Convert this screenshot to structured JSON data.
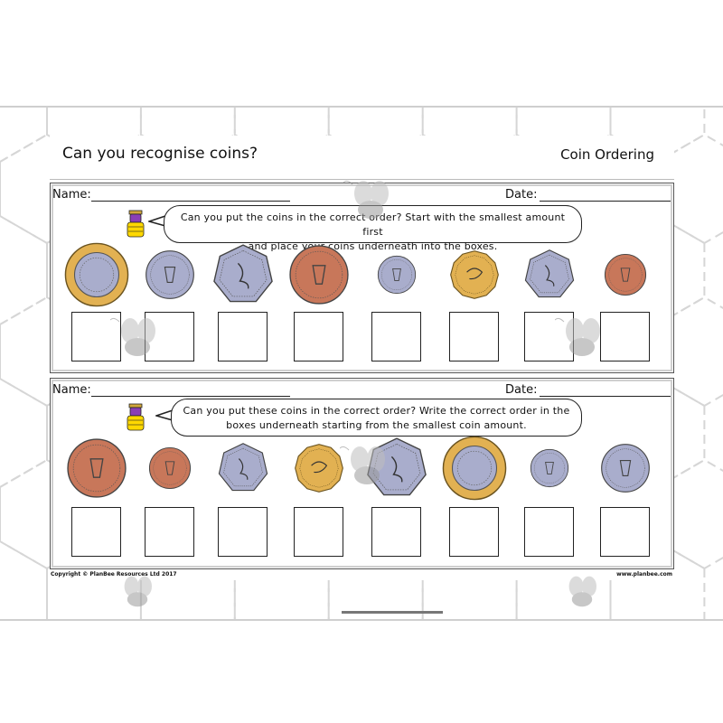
{
  "header": {
    "title": "Can you recognise coins?",
    "subtitle": "Coin Ordering"
  },
  "panels": [
    {
      "name_label": "Name:",
      "date_label": "Date:",
      "instruction_line1": "Can you put the coins in the correct order? Start with the smallest amount first",
      "instruction_line2": "and place your coins underneath into the boxes.",
      "coins": [
        {
          "coin": "£2",
          "icon": "two-pound-coin-icon"
        },
        {
          "coin": "10p",
          "icon": "ten-pence-coin-icon"
        },
        {
          "coin": "50p",
          "icon": "fifty-pence-coin-icon"
        },
        {
          "coin": "2p",
          "icon": "two-pence-coin-icon"
        },
        {
          "coin": "5p",
          "icon": "five-pence-coin-icon"
        },
        {
          "coin": "£1",
          "icon": "one-pound-coin-icon"
        },
        {
          "coin": "20p",
          "icon": "twenty-pence-coin-icon"
        },
        {
          "coin": "1p",
          "icon": "one-penny-coin-icon"
        }
      ]
    },
    {
      "name_label": "Name:",
      "date_label": "Date:",
      "instruction_line1": "Can you put these coins in the correct order? Write the correct order in the",
      "instruction_line2": "boxes underneath starting from the smallest coin amount.",
      "coins": [
        {
          "coin": "2p",
          "icon": "two-pence-coin-icon"
        },
        {
          "coin": "1p",
          "icon": "one-penny-coin-icon"
        },
        {
          "coin": "20p",
          "icon": "twenty-pence-coin-icon"
        },
        {
          "coin": "£1",
          "icon": "one-pound-coin-icon"
        },
        {
          "coin": "50p",
          "icon": "fifty-pence-coin-icon"
        },
        {
          "coin": "£2",
          "icon": "two-pound-coin-icon"
        },
        {
          "coin": "5p",
          "icon": "five-pence-coin-icon"
        },
        {
          "coin": "10p",
          "icon": "ten-pence-coin-icon"
        }
      ]
    }
  ],
  "footer": {
    "copyright": "Copyright © PlanBee Resources Ltd 2017",
    "website": "www.planbee.com"
  },
  "colors": {
    "copper": "#c8775a",
    "silver": "#a9adcc",
    "gold": "#e2b152",
    "bubble_border": "#222222",
    "hex_lines": "#d6d6d6"
  }
}
